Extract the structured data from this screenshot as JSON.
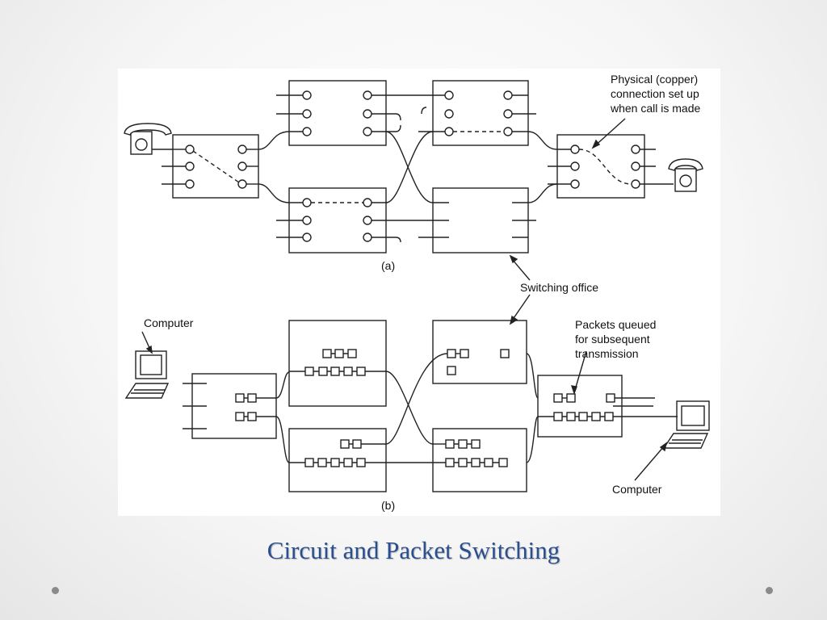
{
  "slide": {
    "title": "Circuit and Packet Switching"
  },
  "diagram": {
    "panel_a_caption": "(a)",
    "panel_b_caption": "(b)",
    "annotations": {
      "physical_connection": [
        "Physical (copper)",
        "connection set up",
        "when call is made"
      ],
      "switching_office": "Switching office",
      "packets_queued": [
        "Packets queued",
        "for subsequent",
        "transmission"
      ],
      "computer_left": "Computer",
      "computer_right": "Computer"
    }
  },
  "colors": {
    "title": "#2a4f8f",
    "line": "#222222",
    "background": "#f3f3f3"
  },
  "icons": [
    "telephone-icon",
    "computer-icon"
  ]
}
